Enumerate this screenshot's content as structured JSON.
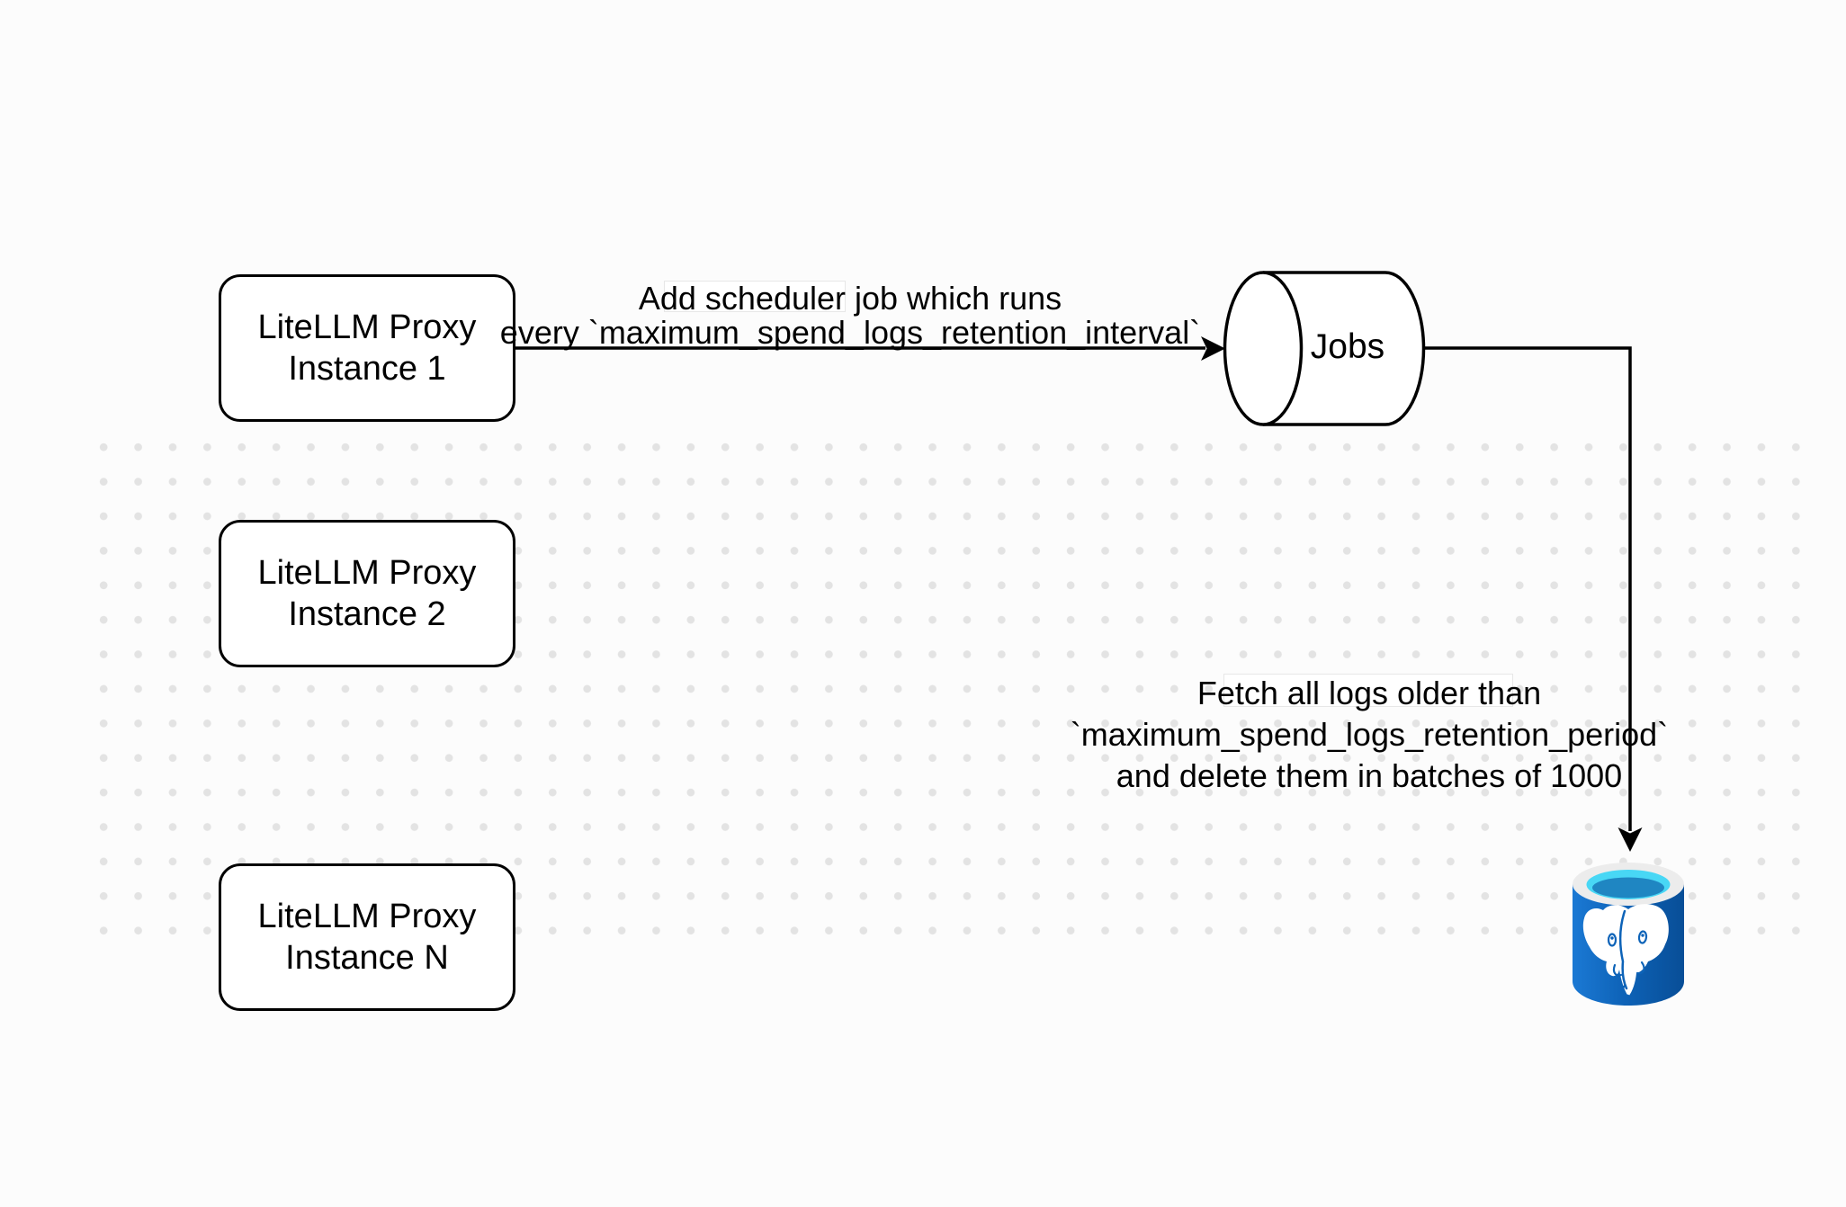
{
  "diagram": {
    "background_color": "#fcfcfc",
    "dot_grid_color": "#e3e3e3",
    "stroke_color": "#000000"
  },
  "nodes": {
    "proxy_instance_1": {
      "label": "LiteLLM Proxy\nInstance 1"
    },
    "proxy_instance_2": {
      "label": "LiteLLM Proxy\nInstance 2"
    },
    "proxy_instance_n": {
      "label": "LiteLLM Proxy\nInstance N"
    },
    "jobs_queue": {
      "label": "Jobs",
      "icon": "queue-cylinder-icon"
    },
    "postgres_db": {
      "icon": "postgresql-database-icon",
      "colors": {
        "body_light": "#1b79d4",
        "body": "#0e63b8",
        "body_dark": "#084e97",
        "rim": "#ececec",
        "water_light": "#48d7f5",
        "water_dark": "#1f86c2",
        "elephant": "#ffffff"
      }
    }
  },
  "edges": {
    "schedule_job": {
      "lines": [
        "Add scheduler job which runs",
        "every `maximum_spend_logs_retention_interval`"
      ]
    },
    "fetch_delete": {
      "lines": [
        "Fetch all logs older than",
        "`maximum_spend_logs_retention_period`",
        "and delete them in batches of 1000"
      ]
    }
  }
}
